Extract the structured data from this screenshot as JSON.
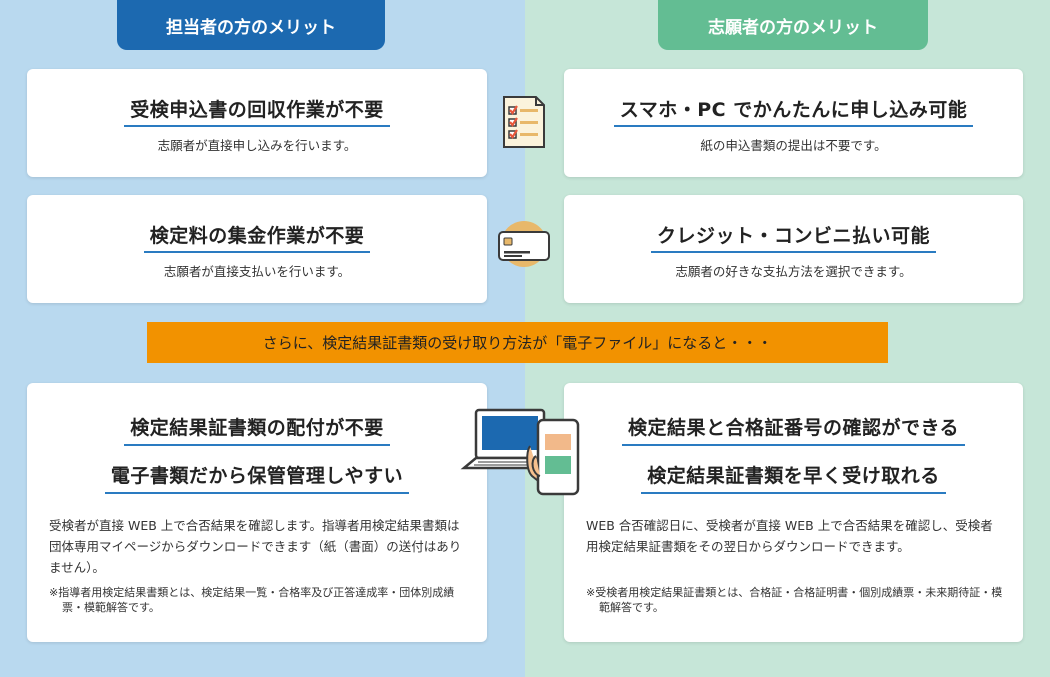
{
  "tabs": {
    "left": "担当者の方のメリット",
    "right": "志願者の方のメリット"
  },
  "cards": {
    "c1": {
      "title": "受検申込書の回収作業が不要",
      "sub": "志願者が直接申し込みを行います。"
    },
    "c2": {
      "title": "スマホ・PC でかんたんに申し込み可能",
      "sub": "紙の申込書類の提出は不要です。"
    },
    "c3": {
      "title": "検定料の集金作業が不要",
      "sub": "志願者が直接支払いを行います。"
    },
    "c4": {
      "title": "クレジット・コンビニ払い可能",
      "sub": "志願者の好きな支払方法を選択できます。"
    }
  },
  "banner": "さらに、検定結果証書類の受け取り方法が「電子ファイル」になると・・・",
  "bottom": {
    "left": {
      "title1": "検定結果証書類の配付が不要",
      "title2": "電子書類だから保管管理しやすい",
      "body": "受検者が直接 WEB 上で合否結果を確認します。指導者用検定結果書類は団体専用マイページからダウンロードできます（紙（書面）の送付はありません）。",
      "note": "※指導者用検定結果書類とは、検定結果一覧・合格率及び正答達成率・団体別成績票・模範解答です。"
    },
    "right": {
      "title1": "検定結果と合格証番号の確認ができる",
      "title2": "検定結果証書類を早く受け取れる",
      "body": "WEB 合否確認日に、受検者が直接 WEB 上で合否結果を確認し、受検者用検定結果証書類をその翌日からダウンロードできます。",
      "note": "※受検者用検定結果証書類とは、合格証・合格証明書・個別成績票・未来期待証・模範解答です。"
    }
  },
  "colors": {
    "left_bg": "#b9d9ef",
    "right_bg": "#c6e6d8",
    "left_tab": "#1c69b0",
    "right_tab": "#63bd93",
    "banner": "#f29200",
    "underline": "#2a7bc1"
  },
  "icons": [
    "checklist-form-icon",
    "credit-card-icon",
    "laptop-and-smartphone-icon"
  ]
}
